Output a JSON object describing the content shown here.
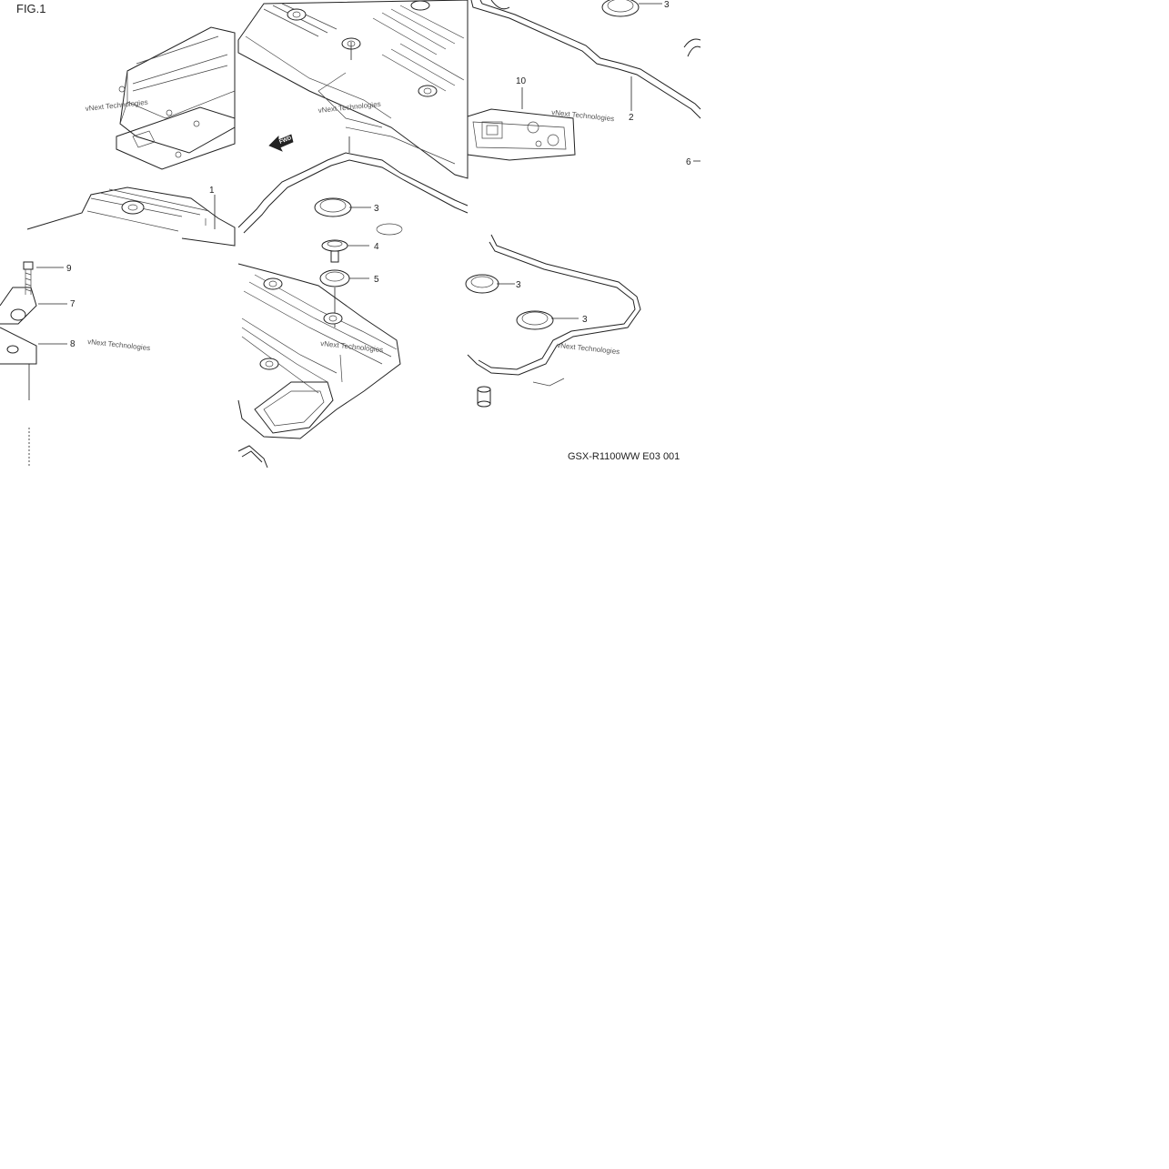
{
  "figure": {
    "label": "FIG.1",
    "drawing_code": "GSX-R1100WW  E03  001",
    "direction_marker": "FWD"
  },
  "callouts": {
    "c1": "1",
    "c2": "2",
    "c3a": "3",
    "c3b": "3",
    "c3c": "3",
    "c3d": "3",
    "c4": "4",
    "c5": "5",
    "c6": "6",
    "c7": "7",
    "c8": "8",
    "c9": "9",
    "c10": "10"
  },
  "watermarks": {
    "wm1": "vNext Technologies",
    "wm2": "vNext Technologies",
    "wm3": "vNext Technologies",
    "wm4": "vNext Technologies",
    "wm5": "vNext Technologies",
    "wm6": "vNext Technologies"
  },
  "colors": {
    "line": "#222222",
    "background": "#ffffff"
  }
}
